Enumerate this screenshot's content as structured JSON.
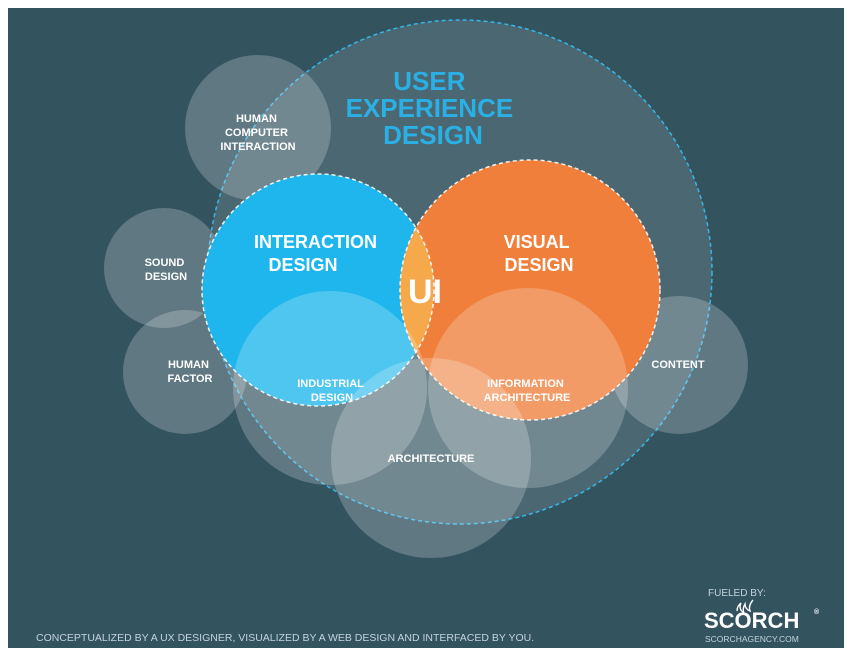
{
  "diagram": {
    "ux": {
      "line1": "USER",
      "line2": "EXPERIENCE",
      "line3": "DESIGN"
    },
    "interaction": {
      "line1": "INTERACTION",
      "line2": "DESIGN"
    },
    "visual": {
      "line1": "VISUAL",
      "line2": "DESIGN"
    },
    "ui": "UI",
    "hci": {
      "line1": "HUMAN",
      "line2": "COMPUTER",
      "line3": "INTERACTION"
    },
    "sound": {
      "line1": "SOUND",
      "line2": "DESIGN"
    },
    "human_factor": {
      "line1": "HUMAN",
      "line2": "FACTOR"
    },
    "industrial": {
      "line1": "INDUSTRIAL",
      "line2": "DESIGN"
    },
    "info_arch": {
      "line1": "INFORMATION",
      "line2": "ARCHITECTURE"
    },
    "architecture": "ARCHITECTURE",
    "content": "CONTENT"
  },
  "footer": {
    "tagline": "CONCEPTUALIZED BY A UX DESIGNER, VISUALIZED BY A WEB DESIGN AND INTERFACED BY YOU.",
    "fueled_by": "FUELED BY:",
    "brand": "SCORCH",
    "trademark": "®",
    "website": "SCORCHAGENCY.COM"
  },
  "colors": {
    "background": "#33535f",
    "ux_title": "#2bb0e6",
    "interaction": "#1eb6ec",
    "visual": "#f07f3c",
    "ui": "#f5a94b"
  }
}
